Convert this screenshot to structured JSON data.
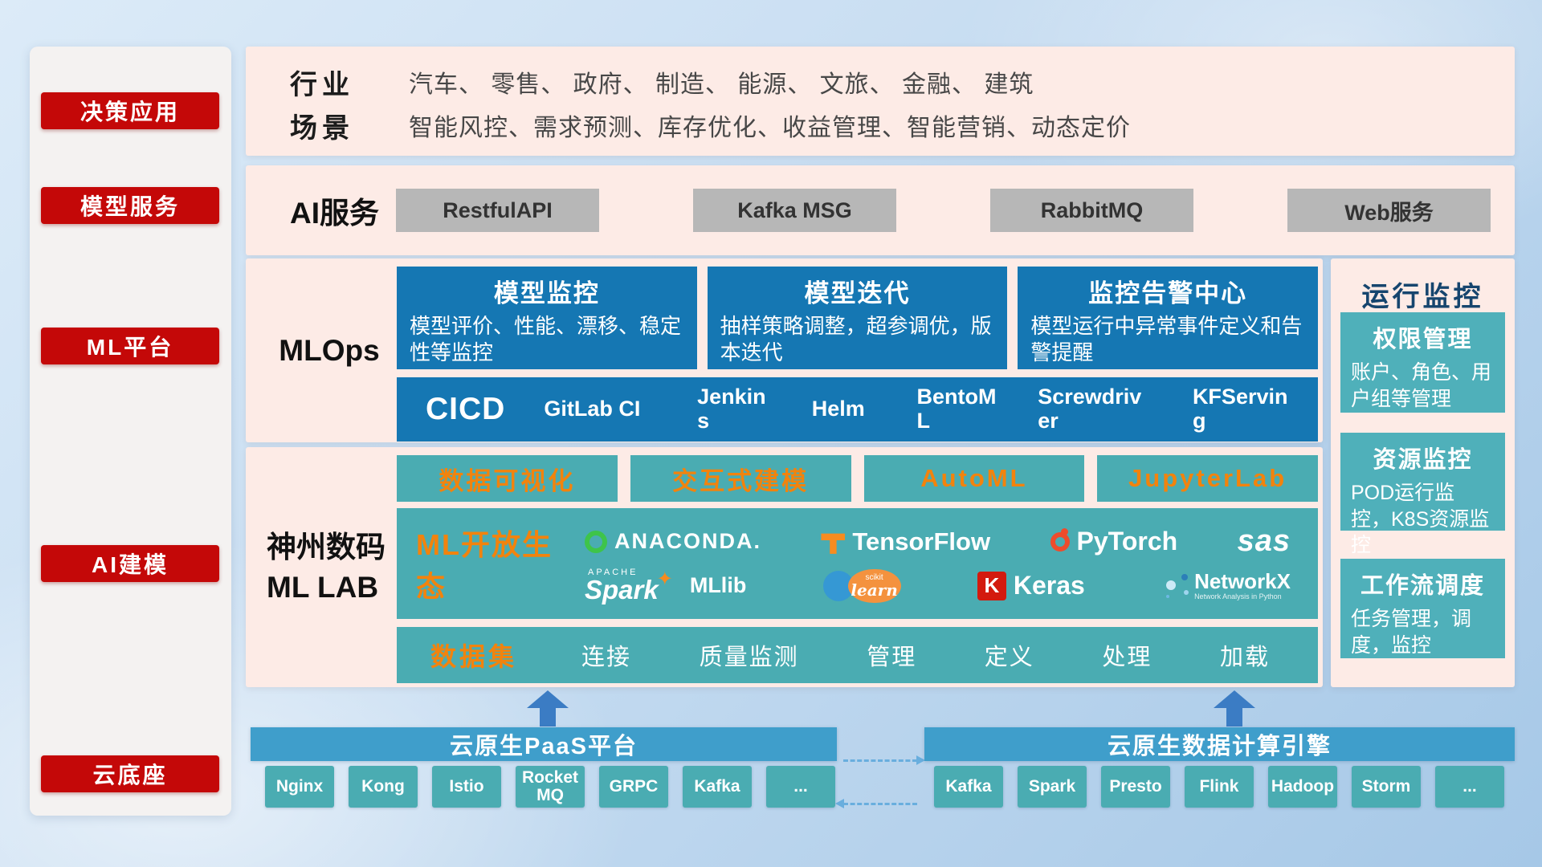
{
  "sidebar": {
    "items": [
      {
        "label": "决策应用"
      },
      {
        "label": "模型服务"
      },
      {
        "label": "ML平台"
      },
      {
        "label": "AI建模"
      },
      {
        "label": "云底座"
      }
    ]
  },
  "domains": {
    "industry_label": "行业",
    "industry_value": "汽车、 零售、 政府、 制造、 能源、 文旅、 金融、 建筑",
    "scene_label": "场景",
    "scene_value": "智能风控、需求预测、库存优化、收益管理、智能营销、动态定价"
  },
  "ai_services": {
    "label": "AI服务",
    "items": [
      "RestfulAPI",
      "Kafka MSG",
      "RabbitMQ",
      "Web服务"
    ]
  },
  "mlops": {
    "label": "MLOps",
    "cards": [
      {
        "title": "模型监控",
        "desc": "模型评价、性能、漂移、稳定性等监控"
      },
      {
        "title": "模型迭代",
        "desc": "抽样策略调整，超参调优，版本迭代"
      },
      {
        "title": "监控告警中心",
        "desc": "模型运行中异常事件定义和告警提醒"
      }
    ],
    "cicd_label": "CICD",
    "cicd_items": [
      "GitLab CI",
      "Jenkins",
      "Helm",
      "BentoML",
      "Screwdriver",
      "KFServing"
    ]
  },
  "monitoring": {
    "title": "运行监控",
    "cards": [
      {
        "title": "权限管理",
        "desc": "账户、角色、用户组等管理"
      },
      {
        "title": "资源监控",
        "desc": "POD运行监控，K8S资源监控"
      },
      {
        "title": "工作流调度",
        "desc": "任务管理，调度，监控"
      }
    ]
  },
  "mllab": {
    "label_line1": "神州数码",
    "label_line2": "ML LAB",
    "tools": [
      "数据可视化",
      "交互式建模",
      "AutoML",
      "JupyterLab"
    ],
    "ecosystem_label": "ML开放生态",
    "logos": {
      "anaconda": "ANACONDA.",
      "tensorflow": "TensorFlow",
      "pytorch": "PyTorch",
      "sas": "sas",
      "spark_top": "APACHE",
      "spark": "Spark",
      "mllib": "MLlib",
      "sklearn_top": "scikit",
      "sklearn": "learn",
      "keras_k": "K",
      "keras": "Keras",
      "networkx": "NetworkX",
      "networkx_sub": "Network Analysis in Python"
    },
    "dataset_label": "数据集",
    "dataset_items": [
      "连接",
      "质量监测",
      "管理",
      "定义",
      "处理",
      "加载"
    ]
  },
  "cloud": {
    "paas_title": "云原生PaaS平台",
    "paas_items": [
      "Nginx",
      "Kong",
      "Istio",
      "RocketMQ",
      "GRPC",
      "Kafka",
      "..."
    ],
    "engine_title": "云原生数据计算引擎",
    "engine_items": [
      "Kafka",
      "Spark",
      "Presto",
      "Flink",
      "Hadoop",
      "Storm",
      "..."
    ]
  },
  "colors": {
    "accent_red": "#c40808",
    "deep_blue": "#1577b3",
    "teal": "#4aacb2",
    "orange": "#f2830d",
    "panel_pink": "#fdebe6",
    "bar_blue": "#3f9ecb"
  }
}
